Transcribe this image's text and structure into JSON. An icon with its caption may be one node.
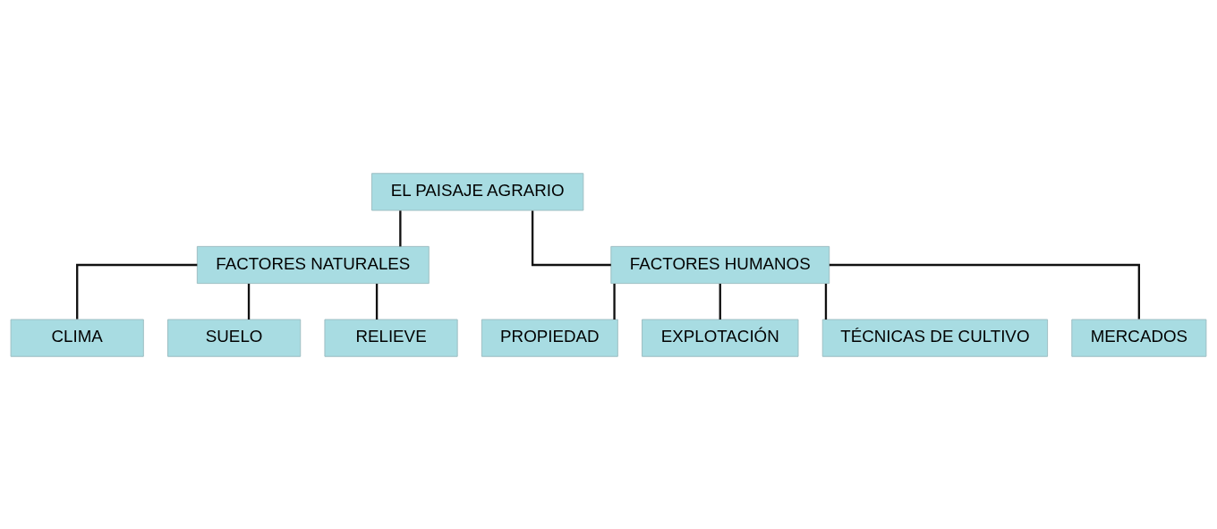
{
  "diagram": {
    "nodes": [
      {
        "text": [
          "EL PAISAJE AGRARIO"
        ]
      },
      {
        "text": [
          "FACTORES NATURALES"
        ]
      },
      {
        "text": [
          "FACTORES HUMANOS"
        ]
      },
      {
        "text": [
          "CLIMA"
        ]
      },
      {
        "text": [
          "SUELO"
        ]
      },
      {
        "text": [
          "RELIEVE"
        ]
      },
      {
        "text": [
          "PROPIEDAD"
        ]
      },
      {
        "text": [
          "EXPLOTACIÓN"
        ]
      },
      {
        "text": [
          "TÉCNICAS DE CULTIVO"
        ]
      },
      {
        "text": [
          "MERCADOS"
        ]
      }
    ],
    "edges": [
      {
        "from": 0,
        "to": 1,
        "arrow": "none"
      },
      {
        "from": 0,
        "to": 2,
        "arrow": "none"
      },
      {
        "from": 1,
        "to": 3,
        "arrow": "none"
      },
      {
        "from": 1,
        "to": 4,
        "arrow": "none"
      },
      {
        "from": 1,
        "to": 5,
        "arrow": "none"
      },
      {
        "from": 2,
        "to": 6,
        "arrow": "none"
      },
      {
        "from": 2,
        "to": 7,
        "arrow": "none"
      },
      {
        "from": 2,
        "to": 8,
        "arrow": "none"
      },
      {
        "from": 2,
        "to": 9,
        "arrow": "none"
      }
    ]
  }
}
